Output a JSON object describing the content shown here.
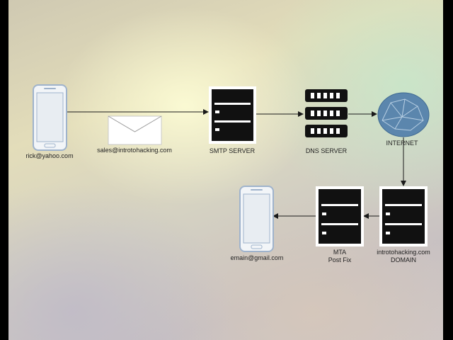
{
  "colors": {
    "arrow": "#1a1a1a",
    "server_fill": "#111111",
    "phone_stroke": "#9fb3cc",
    "globe": "#5b86ad"
  },
  "nodes": {
    "sender_phone": {
      "label": "rick@yahoo.com",
      "icon": "smartphone-icon"
    },
    "envelope": {
      "label": "sales@introtohacking.com",
      "icon": "envelope-icon"
    },
    "smtp_server": {
      "label": "SMTP SERVER",
      "icon": "server-icon"
    },
    "dns_server": {
      "label": "DNS SERVER",
      "icon": "server-stack-icon"
    },
    "internet": {
      "label": "INTERNET",
      "icon": "globe-icon"
    },
    "domain_server": {
      "label_line1": "introtohacking.com",
      "label_line2": "DOMAIN",
      "icon": "server-icon"
    },
    "mta_server": {
      "label_line1": "MTA",
      "label_line2": "Post Fix",
      "icon": "server-icon"
    },
    "recipient_phone": {
      "label": "emain@gmail.com",
      "icon": "smartphone-icon"
    }
  }
}
